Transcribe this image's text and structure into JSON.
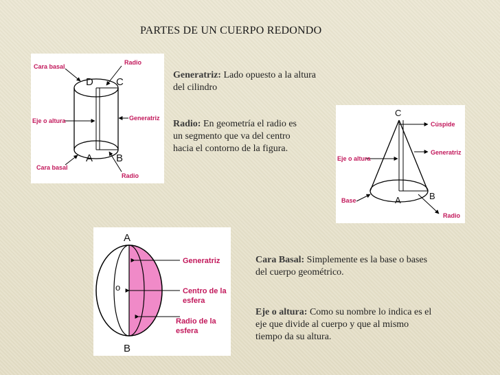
{
  "slide": {
    "title": "PARTES DE UN CUERPO REDONDO"
  },
  "definitions": {
    "generatriz": {
      "term": "Generatriz:",
      "text": " Lado opuesto  a la altura del cilindro"
    },
    "radio": {
      "term": "Radio:",
      "text": " En geometría el radio es un segmento que va del centro hacia el contorno de la figura."
    },
    "cara_basal": {
      "term": "Cara Basal:",
      "text": " Simplemente es la base o bases del cuerpo geométrico."
    },
    "eje": {
      "term": "Eje o altura:",
      "text": " Como su nombre lo indica es el eje que divide al cuerpo y que al mismo tiempo da su altura."
    }
  },
  "cylinder": {
    "labels": {
      "cara_basal_top": "Cara basal",
      "radio_top": "Radio",
      "eje": "Eje o altura",
      "generatriz": "Generatriz",
      "cara_basal_bottom": "Cara basal",
      "radio_bottom": "Radio"
    },
    "points": {
      "d": "D",
      "c": "C",
      "a": "A",
      "b": "B"
    }
  },
  "cone": {
    "labels": {
      "cuspide": "Cúspide",
      "generatriz": "Generatriz",
      "eje": "Eje o altura",
      "base": "Base",
      "radio": "Radio"
    },
    "points": {
      "c": "C",
      "a": "A",
      "b": "B"
    }
  },
  "sphere": {
    "labels": {
      "generatriz": "Generatriz",
      "centro_1": "Centro de la",
      "centro_2": "esfera",
      "radio_1": "Radio de la",
      "radio_2": "esfera"
    },
    "points": {
      "a": "A",
      "o": "o",
      "b": "B"
    }
  },
  "colors": {
    "label": "#c2185b",
    "sphere_fill": "#f08ac8",
    "background": "#e9e4cf"
  }
}
